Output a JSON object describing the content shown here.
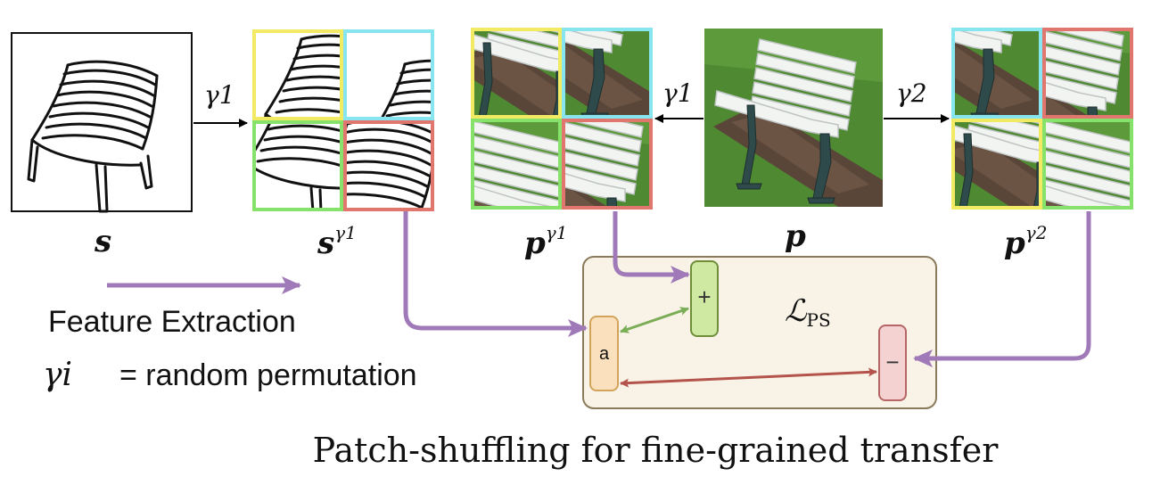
{
  "labels": {
    "sketch": "s",
    "sketch_shuffled_base": "s",
    "photo": "p",
    "photo_shuffled1_base": "p",
    "photo_shuffled2_base": "p",
    "gamma1_sup": "γ1",
    "gamma2_sup": "γ2",
    "arrow_gamma1_left": "γ1",
    "arrow_gamma1_mid": "γ1",
    "arrow_gamma2": "γ2"
  },
  "legend": {
    "feature_extraction": "Feature Extraction",
    "gamma_symbol": "γi",
    "gamma_def": "= random permutation"
  },
  "loss_box": {
    "title_main": "ℒ",
    "title_sub": "PS",
    "anchor_label": "a",
    "positive_label": "+",
    "negative_label": "−"
  },
  "caption": "Patch-shuffling for fine-grained transfer",
  "colors": {
    "yellow": "#f2ea63",
    "cyan": "#86e5ee",
    "green": "#86e26b",
    "red": "#e0766e",
    "purple": "#a07ab8",
    "green_link": "#7aad56",
    "red_link": "#b3534c",
    "loss_box_bg": "#f8f3e6",
    "loss_box_border": "#8a7a5a",
    "anchor_fill": "#fbe0bd",
    "anchor_border": "#d2a45b",
    "positive_fill": "#cfe9a3",
    "positive_border": "#6f8e3a",
    "negative_fill": "#f4d2d2",
    "negative_border": "#b56565",
    "grass": "#4c7f31",
    "bench": "#eef0ee"
  }
}
